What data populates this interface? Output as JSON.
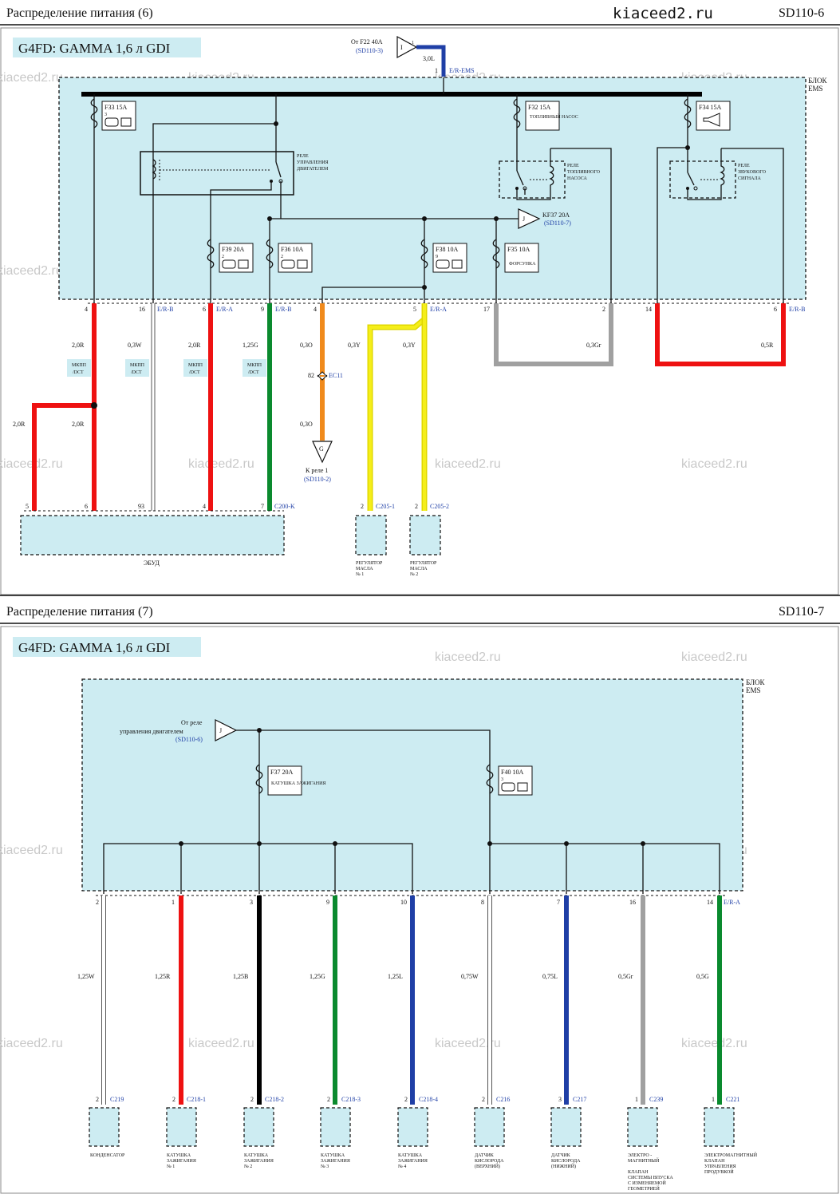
{
  "page1": {
    "title": "Распределение питания (6)",
    "code": "SD110-6",
    "site": "kiaceed2.ru",
    "engine": "G4FD: GAMMA 1,6 л GDI",
    "feed": {
      "label": "От F22 40A",
      "ref": "(SD110-3)",
      "conn": "I",
      "pin": "1",
      "wire": "3,0L",
      "cnum": "1",
      "clabel": "E/R-EMS"
    },
    "block_label": [
      "БЛОК",
      "EMS"
    ],
    "fuses": [
      {
        "name": "F33 15A",
        "pin": "3"
      },
      {
        "name": "F32 15A",
        "sub": "ТОПЛИВНЫЙ НАСОС"
      },
      {
        "name": "F34 15A"
      },
      {
        "name": "F39 20A",
        "pin": "2"
      },
      {
        "name": "F36 10A",
        "pin": "2"
      },
      {
        "name": "F38 10A",
        "pin": "9"
      },
      {
        "name": "F35 10A",
        "sub": "ФОРСУНКА"
      }
    ],
    "relays": {
      "engine": [
        "РЕЛЕ",
        "УПРАВЛЕНИЯ",
        "ДВИГАТЕЛЕМ"
      ],
      "pump": [
        "РЕЛЕ",
        "ТОПЛИВНОГО",
        "НАСОСА"
      ],
      "horn": [
        "РЕЛЕ",
        "ЗВУКОВОГО",
        "СИГНАЛА"
      ]
    },
    "out_ref": {
      "conn": "J",
      "label": "KF37 20A",
      "ref": "(SD110-7)"
    },
    "pins": [
      "4",
      "16",
      "6",
      "9",
      "4",
      "5",
      "17",
      "2",
      "14",
      "6"
    ],
    "clabels": [
      "E/R-B",
      "E/R-A",
      "E/R-B",
      "E/R-A",
      "E/R-B"
    ],
    "wires": [
      "2,0R",
      "0,3W",
      "2,0R",
      "1,25G",
      "0,3O",
      "0,3Y",
      "0,3Y",
      "0,3Gr",
      "0,5R"
    ],
    "split": [
      "2,0R",
      "2,0R"
    ],
    "modes": [
      "МКПП",
      "/DCT"
    ],
    "ec11": {
      "pin": "82",
      "label": "EC11",
      "wire": "0,3O"
    },
    "ground": {
      "sym": "G",
      "label": "К реле 1",
      "ref": "(SD110-2)"
    },
    "ecu_pins": [
      "5",
      "6",
      "93",
      "4",
      "7"
    ],
    "ecu_conn": "C200-K",
    "ecu_name": "ЭБУД",
    "reg_pins": [
      "2",
      "2"
    ],
    "reg_conns": [
      "C205-1",
      "C205-2"
    ],
    "reg_names": [
      [
        "РЕГУЛЯТОР",
        "МАСЛА",
        "№ 1"
      ],
      [
        "РЕГУЛЯТОР",
        "МАСЛА",
        "№ 2"
      ]
    ]
  },
  "page2": {
    "title": "Распределение питания (7)",
    "code": "SD110-7",
    "engine": "G4FD: GAMMA 1,6 л GDI",
    "block_label": [
      "БЛОК",
      "EMS"
    ],
    "feed": {
      "label1": "От реле",
      "label2": "управления двигателем",
      "ref": "(SD110-6)",
      "conn": "J"
    },
    "fuses": [
      {
        "name": "F37 20A",
        "sub": "КАТУШКА ЗАЖИГАНИЯ"
      },
      {
        "name": "F40 10A",
        "pin": "3"
      }
    ],
    "pins": [
      "2",
      "1",
      "3",
      "9",
      "10",
      "8",
      "7",
      "16",
      "14"
    ],
    "clabel": "E/R-A",
    "wires": [
      "1,25W",
      "1,25R",
      "1,25B",
      "1,25G",
      "1,25L",
      "0,75W",
      "0,75L",
      "0,5Gr",
      "0,5G"
    ],
    "conn_pins": [
      "2",
      "2",
      "2",
      "2",
      "2",
      "2",
      "3",
      "1",
      "1"
    ],
    "conns": [
      "C219",
      "C218-1",
      "C218-2",
      "C218-3",
      "C218-4",
      "C216",
      "C217",
      "C239",
      "C221"
    ],
    "components": [
      [
        "КОНДЕНСАТОР"
      ],
      [
        "КАТУШКА",
        "ЗАЖИГАНИЯ",
        "№ 1"
      ],
      [
        "КАТУШКА",
        "ЗАЖИГАНИЯ",
        "№ 2"
      ],
      [
        "КАТУШКА",
        "ЗАЖИГАНИЯ",
        "№ 3"
      ],
      [
        "КАТУШКА",
        "ЗАЖИГАНИЯ",
        "№ 4"
      ],
      [
        "ДАТЧИК",
        "КИСЛОРОДА",
        "(ВЕРХНИЙ)"
      ],
      [
        "ДАТЧИК",
        "КИСЛОРОДА",
        "(НИЖНИЙ)"
      ],
      [
        "ЭЛЕКТРО -",
        "МАГНИТНЫЙ",
        "",
        "КЛАПАН",
        "СИСТЕМЫ ВПУСКА",
        "С ИЗМЕНЯЕМОЙ",
        "ГЕОМЕТРИЕЙ"
      ],
      [
        "ЭЛЕКТРОМАГНИТНЫЙ",
        "КЛАПАН",
        "УПРАВЛЕНИЯ",
        "ПРОДУВКОЙ"
      ]
    ]
  },
  "watermark": "kiaceed2.ru",
  "colors": {
    "block_fill": "#cdecf2",
    "red": "#ee1111",
    "green": "#0a8a2e",
    "blue": "#1f3fa6",
    "yellow": "#f5ee1a",
    "orange": "#f08a1c",
    "gray": "#a0a0a0",
    "label_blue": "#1f3fa6"
  }
}
